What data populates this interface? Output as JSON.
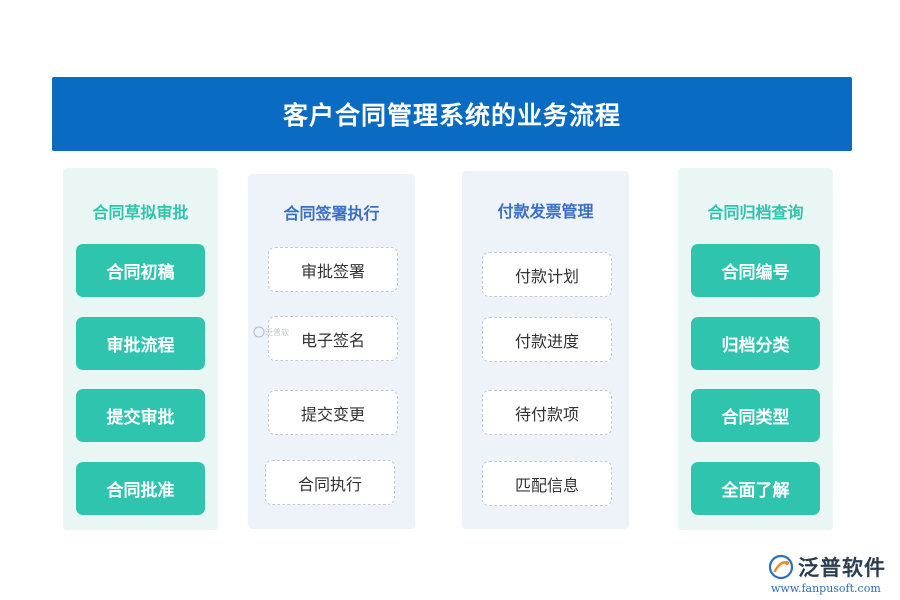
{
  "title": "客户合同管理系统的业务流程",
  "columns": [
    {
      "title": "合同草拟审批",
      "items": [
        "合同初稿",
        "审批流程",
        "提交审批",
        "合同批准"
      ]
    },
    {
      "title": "合同签署执行",
      "items": [
        "审批签署",
        "电子签名",
        "提交变更",
        "合同执行"
      ]
    },
    {
      "title": "付款发票管理",
      "items": [
        "付款计划",
        "付款进度",
        "待付款项",
        "匹配信息"
      ]
    },
    {
      "title": "合同归档查询",
      "items": [
        "合同编号",
        "归档分类",
        "合同类型",
        "全面了解"
      ]
    }
  ],
  "logo": {
    "name": "泛普软件",
    "url": "www.fanpusoft.com",
    "icon": "fanpu-logo-icon"
  },
  "watermark": {
    "text": "泛普软"
  },
  "colors": {
    "banner": "#0a6bc2",
    "teal": "#2ec4ad",
    "blue_title": "#3a6fc4",
    "teal_title": "#2ec4ad"
  }
}
